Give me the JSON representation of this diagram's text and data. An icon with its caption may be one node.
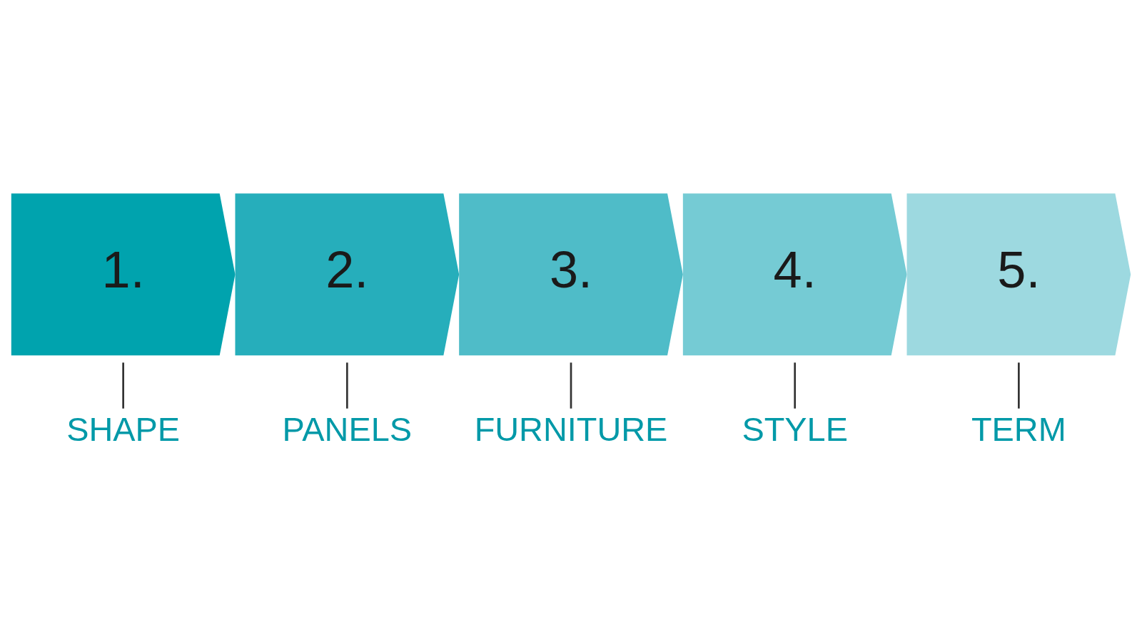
{
  "diagram": {
    "nodes": [
      {
        "text": [
          "1."
        ]
      },
      {
        "text": [
          "2."
        ]
      },
      {
        "text": [
          "3."
        ]
      },
      {
        "text": [
          "4."
        ]
      },
      {
        "text": [
          "5."
        ]
      },
      {
        "text": [
          "SHAPE"
        ]
      },
      {
        "text": [
          "PANELS"
        ]
      },
      {
        "text": [
          "FURNITURE"
        ]
      },
      {
        "text": [
          "STYLE"
        ]
      },
      {
        "text": [
          "TERM"
        ]
      }
    ],
    "edges": [
      {
        "from": 0,
        "to": 5,
        "arrow": "none"
      },
      {
        "from": 1,
        "to": 6,
        "arrow": "none"
      },
      {
        "from": 2,
        "to": 7,
        "arrow": "none"
      },
      {
        "from": 3,
        "to": 8,
        "arrow": "none"
      },
      {
        "from": 4,
        "to": 9,
        "arrow": "none"
      }
    ]
  }
}
